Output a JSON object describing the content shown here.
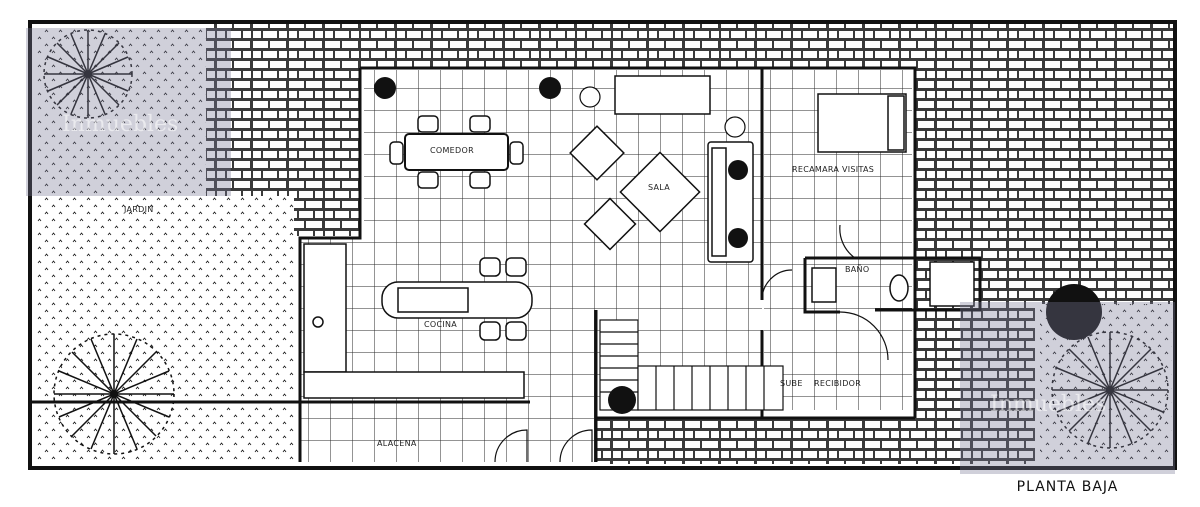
{
  "plan": {
    "rooms": {
      "comedor": "COMEDOR",
      "sala": "SALA",
      "recamara": "RECAMARA VISITAS",
      "bano": "BAÑO",
      "cocina": "COCINA",
      "sube": "SUBE",
      "recibidor": "RECIBIDOR",
      "alacena": "ALACENA",
      "jardin": "JARDIN"
    },
    "watermark": "Inmuebles"
  },
  "caption": "PLANTA BAJA",
  "colors": {
    "wall": "#222222",
    "stone": "#2b2b2b",
    "grid": "#333333",
    "watermark_panel": "#8a8aa0"
  }
}
